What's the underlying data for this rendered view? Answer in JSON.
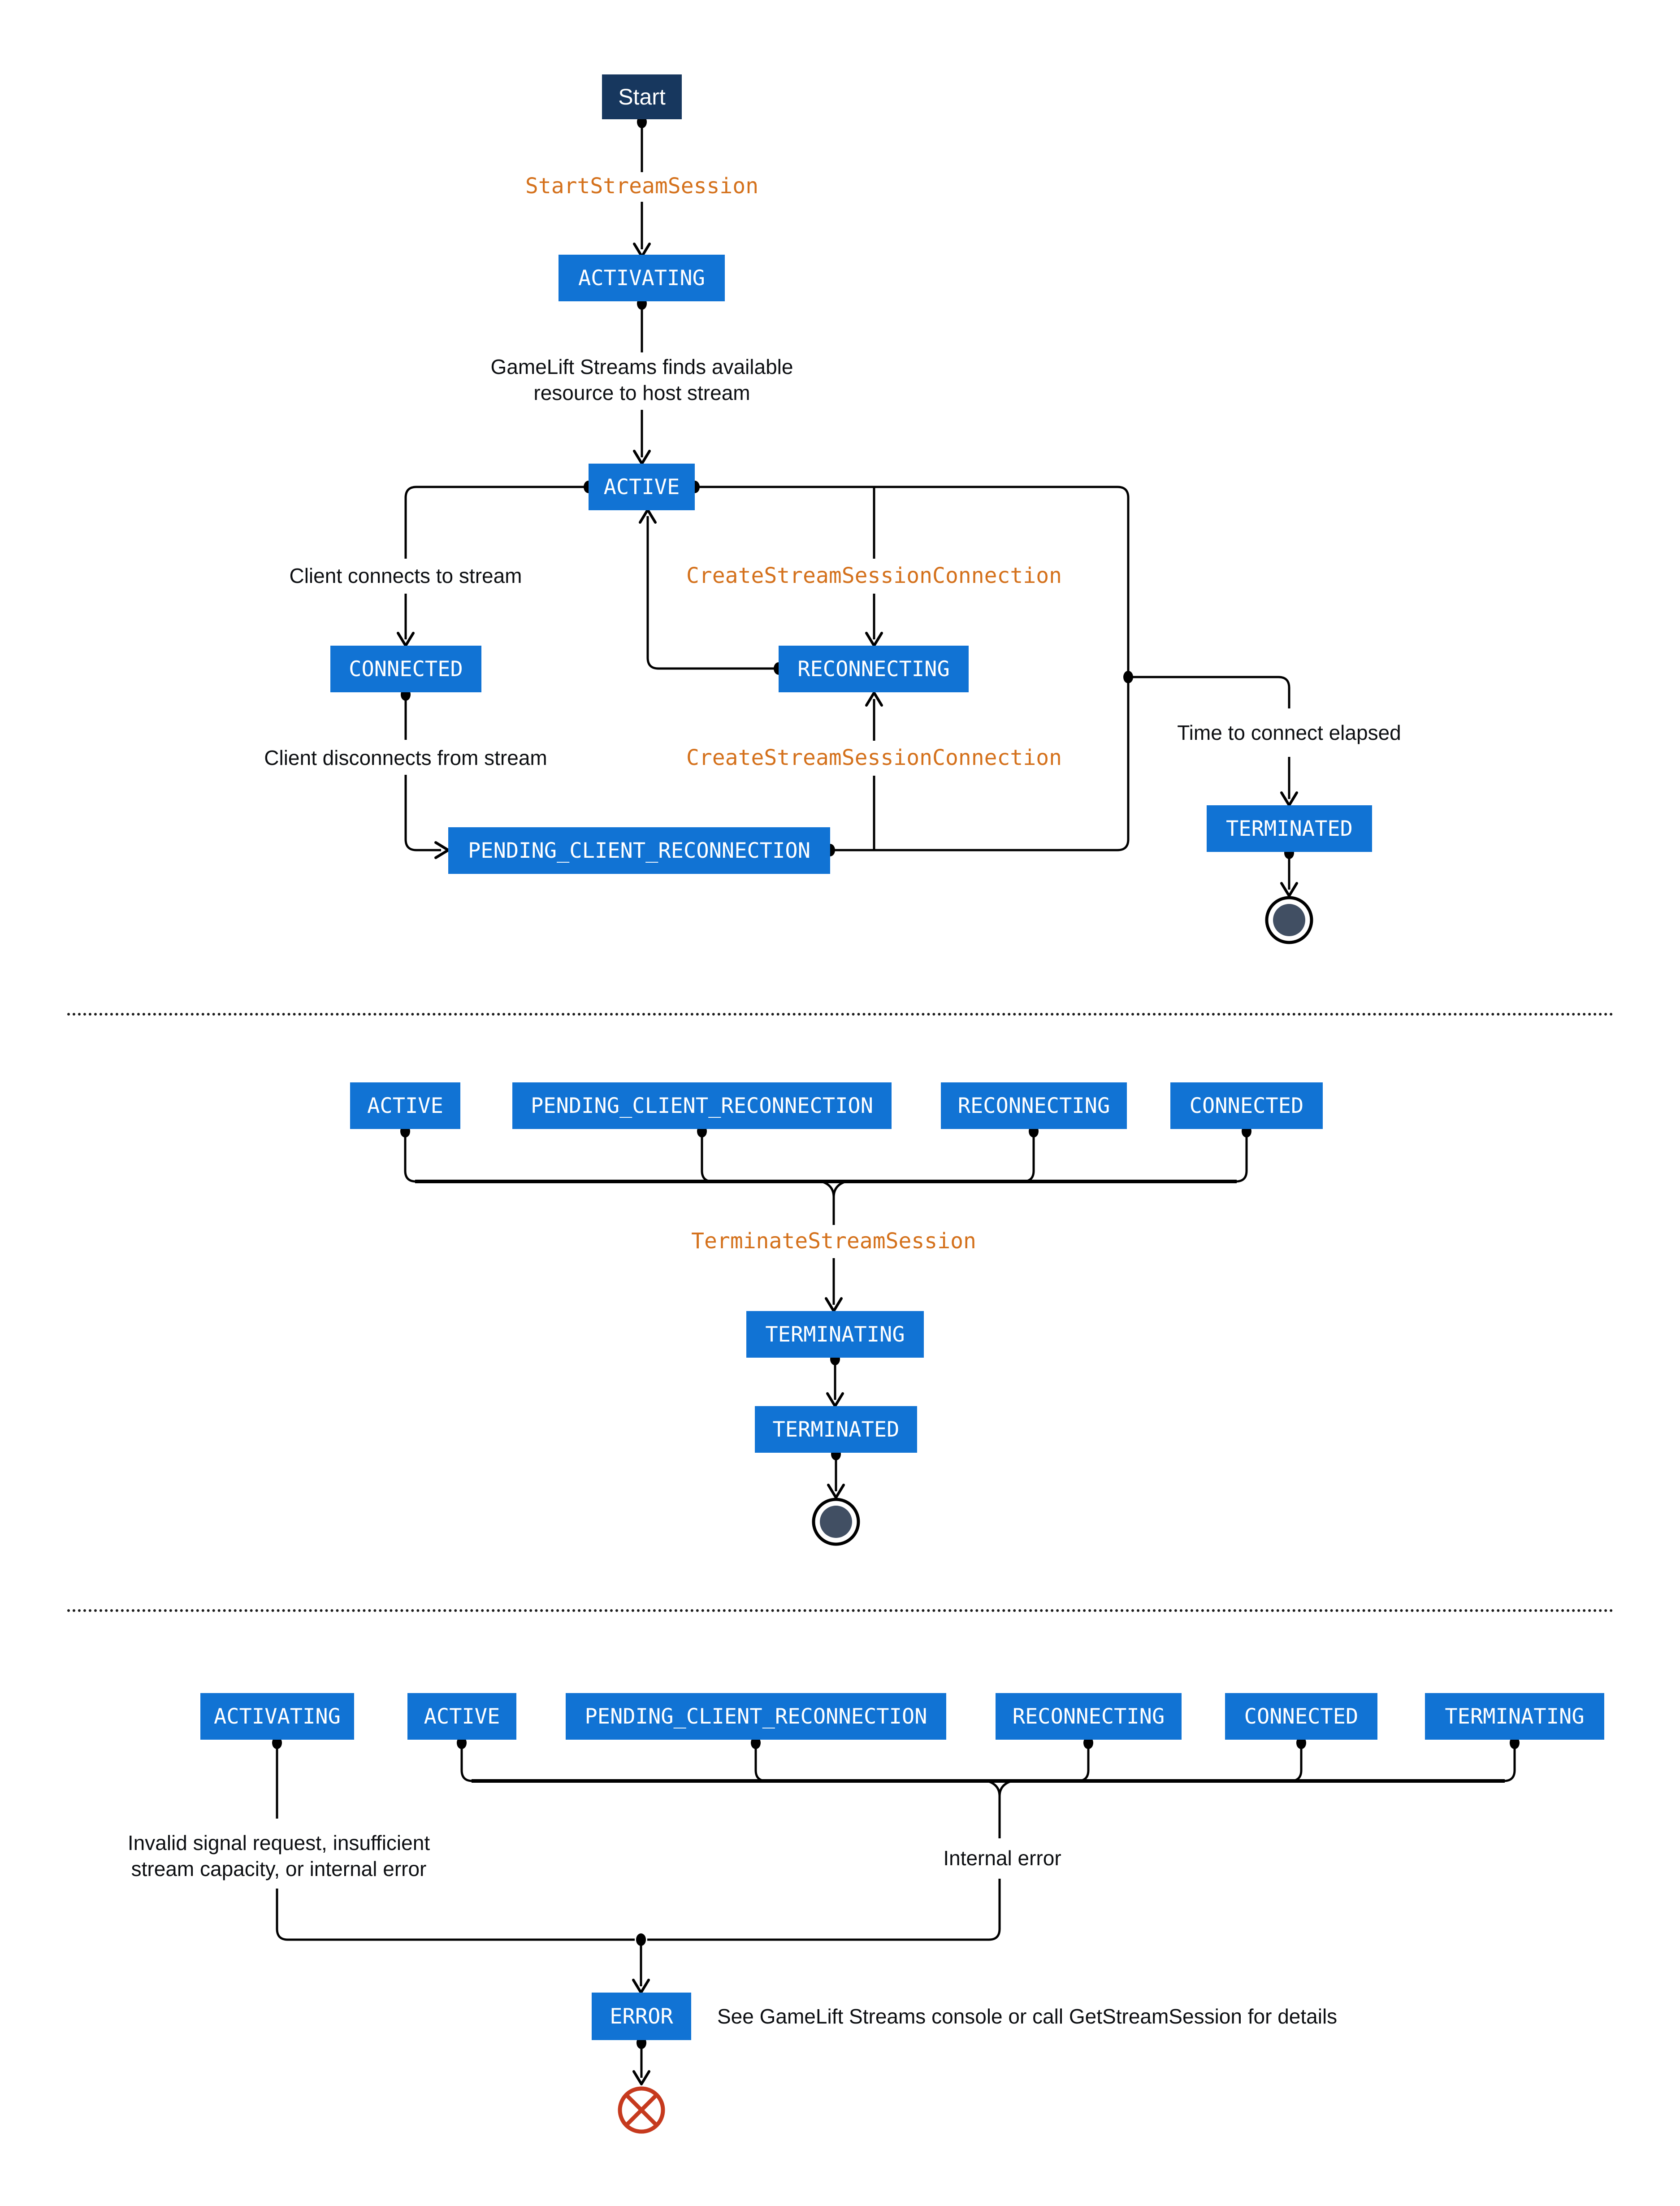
{
  "colors": {
    "state_fill": "#1173d4",
    "start_fill": "#17375e",
    "api_text": "#d4711c",
    "text": "#0d0f12",
    "line": "#000000",
    "final_inner": "#414f63",
    "error_red": "#c63a1e",
    "background": "#ffffff"
  },
  "s1": {
    "nodes": {
      "start": "Start",
      "activating": "ACTIVATING",
      "active": "ACTIVE",
      "connected": "CONNECTED",
      "reconnecting": "RECONNECTING",
      "pending": "PENDING_CLIENT_RECONNECTION",
      "terminated": "TERMINATED"
    },
    "labels": {
      "start_api": "StartStreamSession",
      "finds_line1": "GameLift Streams finds available",
      "finds_line2": "resource to host stream",
      "client_connects": "Client connects to stream",
      "client_disconnects": "Client disconnects from stream",
      "create_conn_top": "CreateStreamSessionConnection",
      "create_conn_bottom": "CreateStreamSessionConnection",
      "time_elapsed": "Time to connect elapsed"
    }
  },
  "s2": {
    "nodes": {
      "active": "ACTIVE",
      "pending": "PENDING_CLIENT_RECONNECTION",
      "reconnecting": "RECONNECTING",
      "connected": "CONNECTED",
      "terminating": "TERMINATING",
      "terminated": "TERMINATED"
    },
    "labels": {
      "terminate_api": "TerminateStreamSession"
    }
  },
  "s3": {
    "nodes": {
      "activating": "ACTIVATING",
      "active": "ACTIVE",
      "pending": "PENDING_CLIENT_RECONNECTION",
      "reconnecting": "RECONNECTING",
      "connected": "CONNECTED",
      "terminating": "TERMINATING",
      "error": "ERROR"
    },
    "labels": {
      "invalid_line1": "Invalid signal request, insufficient",
      "invalid_line2": "stream capacity, or internal error",
      "internal_error": "Internal error",
      "see_details": "See GameLift Streams console or call GetStreamSession for details"
    }
  }
}
